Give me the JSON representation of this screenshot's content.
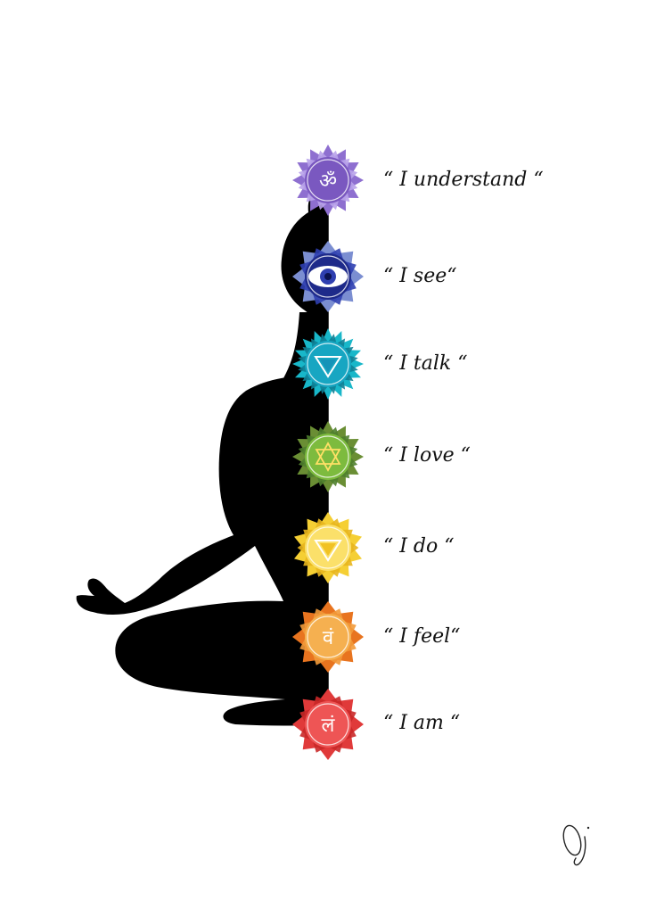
{
  "colors": {
    "background": "#ffffff",
    "silhouette": "#000000"
  },
  "signature": "Oj",
  "chakras": [
    {
      "name": "crown",
      "label": "“ I understand “",
      "symbol": "ॐ",
      "outer": "#8e6fd0",
      "inner": "#b9a3ea",
      "center": "#7a58c0"
    },
    {
      "name": "third-eye",
      "label": "“ I see“",
      "symbol": "eye",
      "outer": "#7b8ed1",
      "inner": "#2f3fb0",
      "center": "#1e2a8a"
    },
    {
      "name": "throat",
      "label": "“ I talk “",
      "symbol": "triangle-down",
      "outer": "#18b7c9",
      "inner": "#0e7f95",
      "center": "#17a6c2"
    },
    {
      "name": "heart",
      "label": "“ I love “",
      "symbol": "hexagram",
      "outer": "#6a8e34",
      "inner": "#4f7f2d",
      "center": "#7dbb3e"
    },
    {
      "name": "solar-plexus",
      "label": "“ I do “",
      "symbol": "triangle-down",
      "outer": "#f5cf34",
      "inner": "#e8b51d",
      "center": "#fbe06a"
    },
    {
      "name": "sacral",
      "label": "“ I feel“",
      "symbol": "वं",
      "outer": "#e8741f",
      "inner": "#f29a3a",
      "center": "#f5b050"
    },
    {
      "name": "root",
      "label": "“ I am “",
      "symbol": "लं",
      "outer": "#e03a3a",
      "inner": "#c92828",
      "center": "#ee5555"
    }
  ]
}
